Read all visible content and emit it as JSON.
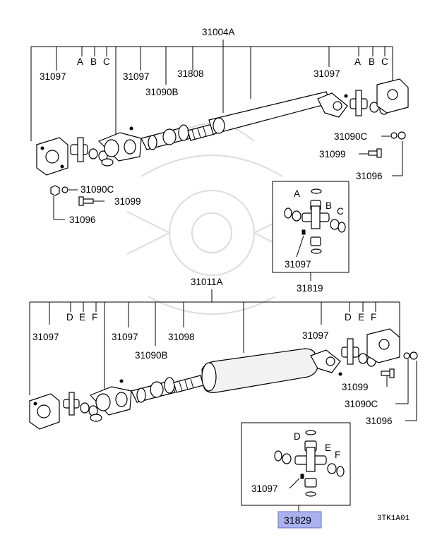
{
  "upper_assembly": {
    "main_part": "31004A",
    "left_callouts": [
      "31097",
      "A",
      "B",
      "C",
      "31097",
      "31808",
      "31090B"
    ],
    "right_callouts": [
      "31097",
      "A",
      "B",
      "C"
    ],
    "hardware_right": [
      "31090C",
      "31099",
      "31096"
    ],
    "hardware_left": [
      "31090C",
      "31099",
      "31096"
    ],
    "kit": {
      "labels": [
        "A",
        "B",
        "C",
        "31097"
      ],
      "part_no": "31819"
    }
  },
  "lower_assembly": {
    "main_part": "31011A",
    "left_callouts": [
      "31097",
      "D",
      "E",
      "F",
      "31097",
      "31098",
      "31090B"
    ],
    "right_callouts": [
      "31097",
      "D",
      "E",
      "F"
    ],
    "hardware_right": [
      "31099",
      "31090C",
      "31096"
    ],
    "kit": {
      "labels": [
        "D",
        "E",
        "F",
        "31097"
      ],
      "part_no": "31829",
      "highlight_color": "#aab2ee"
    }
  },
  "diagram_code": "3TK1A01"
}
